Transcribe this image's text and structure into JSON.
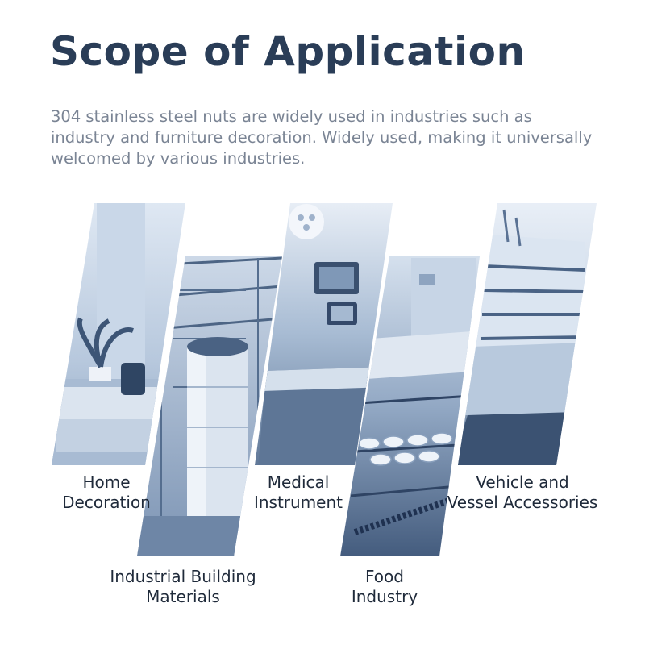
{
  "header": {
    "title": "Scope of Application",
    "description_lines": [
      "304 stainless steel nuts are widely used in industries such as",
      "industry and furniture decoration. Widely used, making it universally",
      "welcomed by various industries."
    ]
  },
  "applications": [
    {
      "line1": "Home",
      "line2": "Decoration",
      "image": "living-room-sofa"
    },
    {
      "line1": "Industrial Building",
      "line2": "Materials",
      "image": "industrial-tank-scaffold"
    },
    {
      "line1": "Medical",
      "line2": "Instrument",
      "image": "hospital-room-monitor"
    },
    {
      "line1": "Food",
      "line2": "Industry",
      "image": "food-conveyor"
    },
    {
      "line1": "Vehicle and",
      "line2": "Vessel Accessories",
      "image": "cruise-ship"
    }
  ],
  "colors": {
    "title": "#2a3d57",
    "text": "#7a8494",
    "label": "#1f2a3a",
    "photo_tint_light": "#e3ebf5",
    "photo_tint_mid": "#9fb3cc",
    "photo_tint_dark": "#3f5676"
  }
}
